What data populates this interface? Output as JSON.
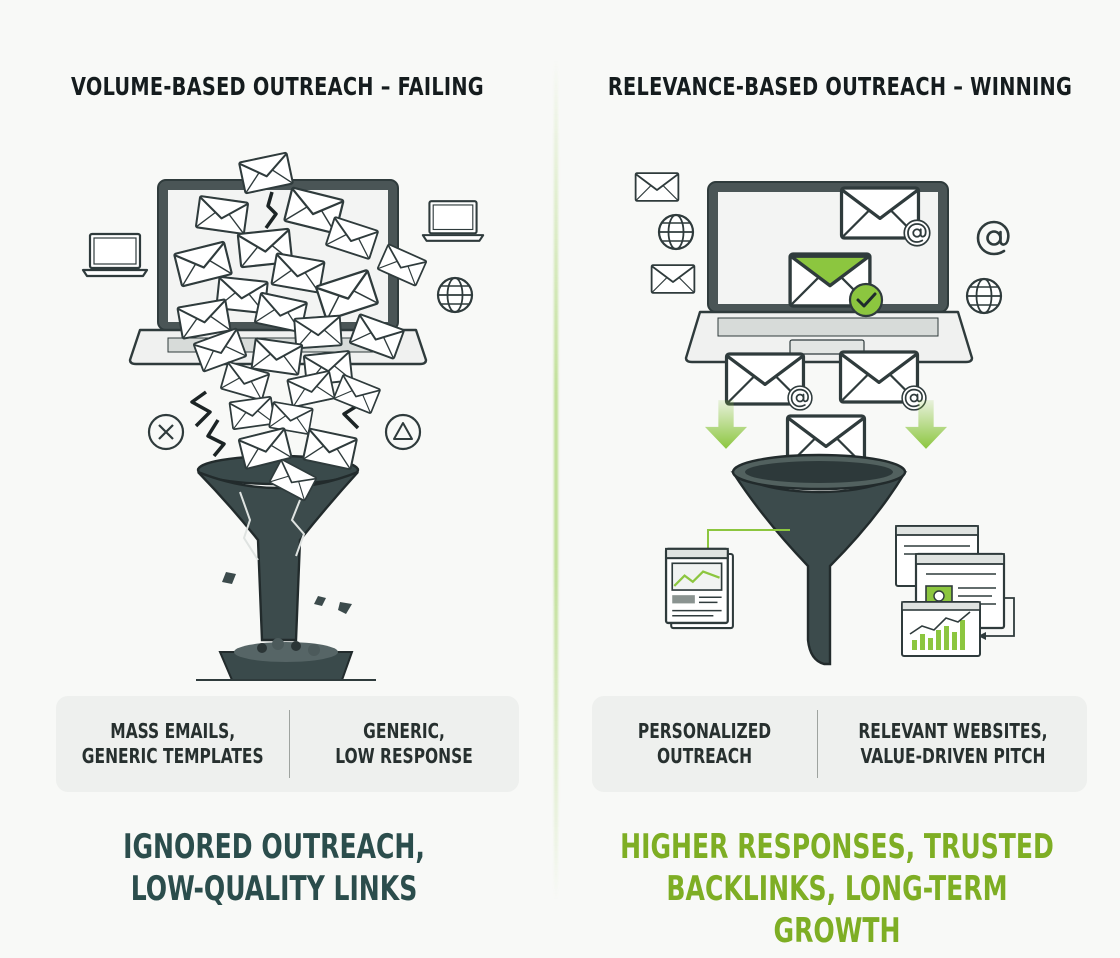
{
  "left": {
    "heading": "VOLUME-BASED OUTREACH – FAILING",
    "col1": "MASS EMAILS,\nGENERIC TEMPLATES",
    "col2": "GENERIC,\nLOW RESPONSE",
    "outcome": "IGNORED OUTREACH,\nLOW-QUALITY LINKS"
  },
  "right": {
    "heading": "RELEVANCE-BASED OUTREACH – WINNING",
    "col1": "PERSONALIZED\nOUTREACH",
    "col2": "RELEVANT WEBSITES,\nVALUE-DRIVEN PITCH",
    "outcome": "HIGHER RESPONSES, TRUSTED\nBACKLINKS, LONG-TERM GROWTH"
  },
  "colors": {
    "accent_green": "#8cc63f",
    "outcome_green": "#7eae24",
    "outcome_dark": "#2b4d4c",
    "funnel_dark": "#3a4a4b"
  },
  "icons": [
    "laptop-icon",
    "envelope-icon",
    "globe-icon",
    "at-sign-icon",
    "close-circle-icon",
    "warning-triangle-icon",
    "check-badge-icon",
    "down-arrow-icon",
    "funnel-icon",
    "webpage-icon",
    "chart-icon"
  ]
}
